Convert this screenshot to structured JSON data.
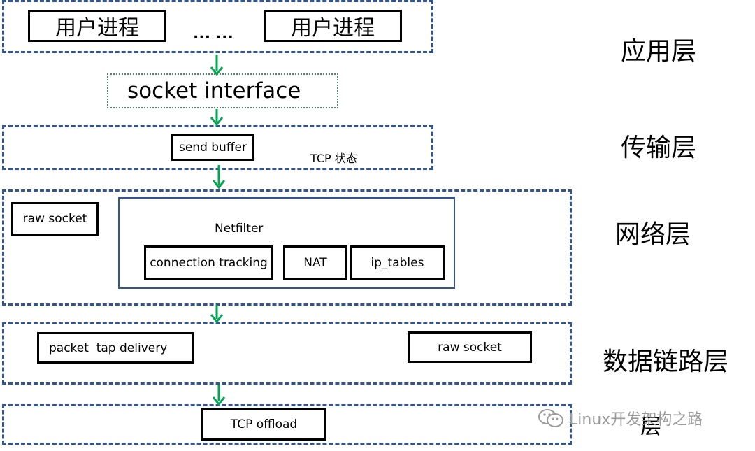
{
  "application": {
    "process1": "用户进程",
    "ellipsis": "... ...",
    "process2": "用户进程"
  },
  "socket_interface": "socket interface",
  "transport": {
    "send_buffer": "send buffer",
    "tcp_state": "TCP 状态"
  },
  "network": {
    "raw_socket": "raw socket",
    "netfilter": "Netfilter",
    "connection_tracking": "connection tracking",
    "nat": "NAT",
    "ip_tables": "ip_tables"
  },
  "datalink": {
    "packet_tap": "packet  tap delivery",
    "raw_socket": "raw socket"
  },
  "physical": {
    "tcp_offload": "TCP offload"
  },
  "layer_labels": {
    "application": "应用层",
    "transport": "传输层",
    "network": "网络层",
    "datalink": "数据链路层",
    "physical_partial": "层"
  },
  "watermark": "Linux开发架构之路",
  "colors": {
    "layer_border": "#2f5597",
    "arrow": "#00a651",
    "netfilter_border": "#2f5597"
  }
}
